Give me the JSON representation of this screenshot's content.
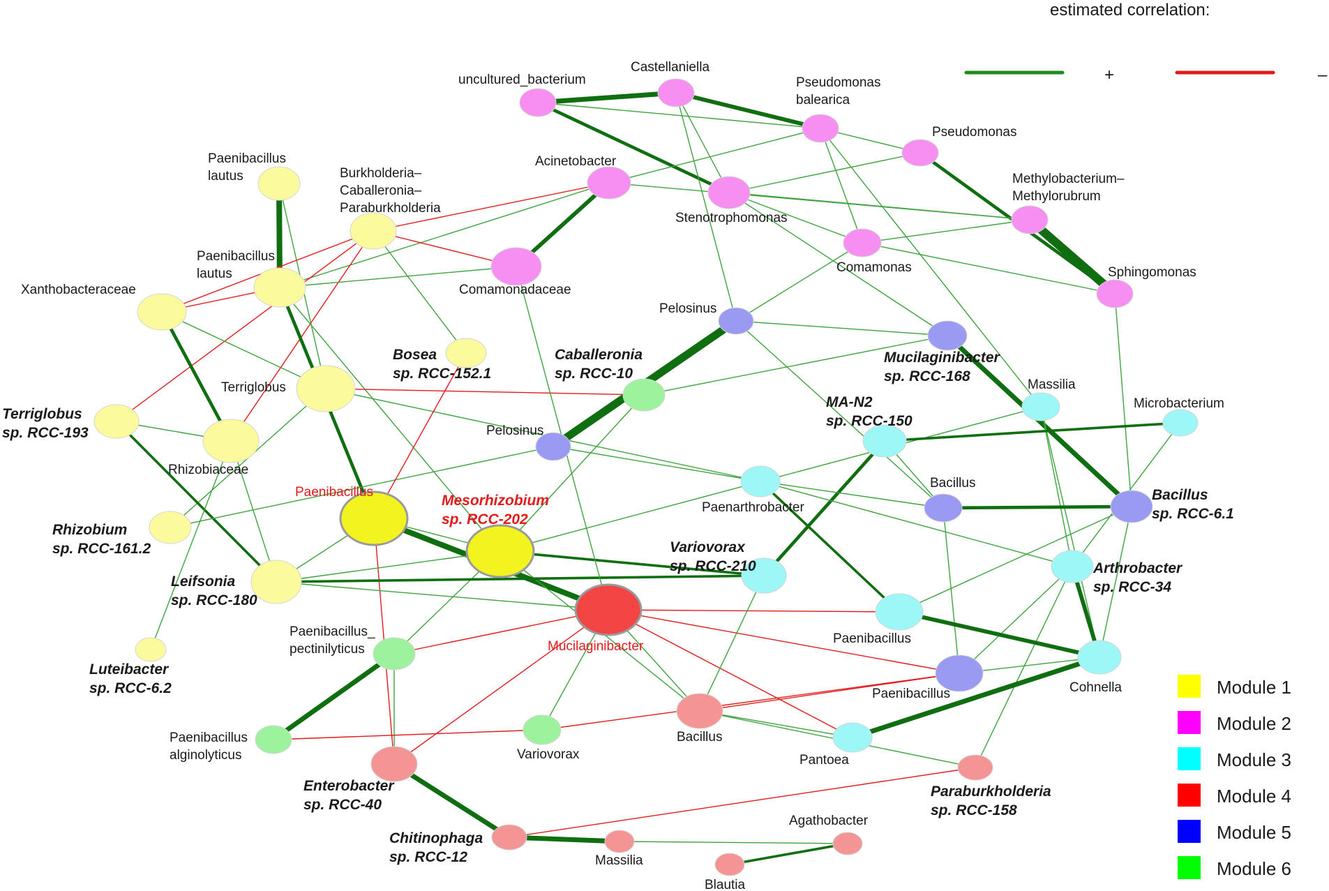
{
  "legend": {
    "title": "estimated correlation:",
    "positive_symbol": "+",
    "negative_symbol": "–",
    "positive_color": "#1e8c1e",
    "negative_color": "#e21b1b",
    "modules": [
      {
        "label": "Module 1",
        "color": "#ffff00"
      },
      {
        "label": "Module 2",
        "color": "#ff00ff"
      },
      {
        "label": "Module 3",
        "color": "#00ffff"
      },
      {
        "label": "Module 4",
        "color": "#ff0000"
      },
      {
        "label": "Module 5",
        "color": "#0000ff"
      },
      {
        "label": "Module 6",
        "color": "#00ff00"
      }
    ]
  },
  "node_fills": {
    "1": "#fbfb9e",
    "2": "#f78ef2",
    "3": "#9ef7f7",
    "4": "#f59494",
    "5": "#9a9af2",
    "6": "#9df29d"
  },
  "hub_fills": {
    "1": "#f3f320",
    "4": "#f44545"
  },
  "nodes": [
    {
      "id": "uncult",
      "module": 2,
      "label": [
        "uncultured_bacterium"
      ]
    },
    {
      "id": "castell",
      "module": 2,
      "label": [
        "Castellaniella"
      ]
    },
    {
      "id": "pbal",
      "module": 2,
      "label": [
        "Pseudomonas",
        "balearica"
      ]
    },
    {
      "id": "pseudo",
      "module": 2,
      "label": [
        "Pseudomonas"
      ]
    },
    {
      "id": "methylo",
      "module": 2,
      "label": [
        "Methylobacterium–",
        "Methylorubrum"
      ]
    },
    {
      "id": "sphingo",
      "module": 2,
      "label": [
        "Sphingomonas"
      ]
    },
    {
      "id": "acineto",
      "module": 2,
      "label": [
        "Acinetobacter"
      ]
    },
    {
      "id": "steno",
      "module": 2,
      "label": [
        "Stenotrophomonas"
      ]
    },
    {
      "id": "comam",
      "module": 2,
      "label": [
        "Comamonas"
      ]
    },
    {
      "id": "comamceae",
      "module": 2,
      "label": [
        "Comamonadaceae"
      ]
    },
    {
      "id": "plautus1",
      "module": 1,
      "label": [
        "Paenibacillus",
        "lautus"
      ]
    },
    {
      "id": "bcp",
      "module": 1,
      "label": [
        "Burkholderia–",
        "Caballeronia–",
        "Paraburkholderia"
      ]
    },
    {
      "id": "plautus2",
      "module": 1,
      "label": [
        "Paenibacillus",
        "lautus"
      ]
    },
    {
      "id": "xantho",
      "module": 1,
      "label": [
        "Xanthobacteraceae"
      ]
    },
    {
      "id": "bosea",
      "module": 1,
      "label": [
        "Bosea",
        "sp. RCC-152.1"
      ],
      "strain": true
    },
    {
      "id": "terri",
      "module": 1,
      "label": [
        "Terriglobus"
      ]
    },
    {
      "id": "terri193",
      "module": 1,
      "label": [
        "Terriglobus",
        "sp. RCC-193"
      ],
      "strain": true
    },
    {
      "id": "rhizob",
      "module": 1,
      "label": [
        "Rhizobiaceae"
      ]
    },
    {
      "id": "rhiz161",
      "module": 1,
      "label": [
        "Rhizobium",
        "sp. RCC-161.2"
      ],
      "strain": true
    },
    {
      "id": "paeniM1",
      "module": 1,
      "label": [
        "Paenibacillus"
      ],
      "hub": true
    },
    {
      "id": "meso",
      "module": 1,
      "label": [
        "Mesorhizobium",
        "sp. RCC-202"
      ],
      "strain": true,
      "hub": true
    },
    {
      "id": "leif",
      "module": 1,
      "label": [
        "Leifsonia",
        "sp. RCC-180"
      ],
      "strain": true
    },
    {
      "id": "lutei",
      "module": 1,
      "label": [
        "Luteibacter",
        "sp. RCC-6.2"
      ],
      "strain": true
    },
    {
      "id": "caball",
      "module": 6,
      "label": [
        "Caballeronia",
        "sp. RCC-10"
      ],
      "strain": true
    },
    {
      "id": "ppect",
      "module": 6,
      "label": [
        "Paenibacillus_",
        "pectinilyticus"
      ]
    },
    {
      "id": "palg",
      "module": 6,
      "label": [
        "Paenibacillus",
        "alginolyticus"
      ]
    },
    {
      "id": "vario6",
      "module": 6,
      "label": [
        "Variovorax"
      ]
    },
    {
      "id": "pelos1",
      "module": 5,
      "label": [
        "Pelosinus"
      ]
    },
    {
      "id": "pelos2",
      "module": 5,
      "label": [
        "Pelosinus"
      ]
    },
    {
      "id": "muci168",
      "module": 5,
      "label": [
        "Mucilaginibacter",
        "sp. RCC-168"
      ],
      "strain": true
    },
    {
      "id": "bacM5",
      "module": 5,
      "label": [
        "Bacillus"
      ]
    },
    {
      "id": "bac61",
      "module": 5,
      "label": [
        "Bacillus",
        "sp. RCC-6.1"
      ],
      "strain": true
    },
    {
      "id": "paeniM5",
      "module": 5,
      "label": [
        "Paenibacillus"
      ]
    },
    {
      "id": "massM3",
      "module": 3,
      "label": [
        "Massilia"
      ]
    },
    {
      "id": "microb",
      "module": 3,
      "label": [
        "Microbacterium"
      ]
    },
    {
      "id": "man2",
      "module": 3,
      "label": [
        "MA-N2",
        "sp. RCC-150"
      ],
      "strain": true
    },
    {
      "id": "paenar",
      "module": 3,
      "label": [
        "Paenarthrobacter"
      ]
    },
    {
      "id": "vario210",
      "module": 3,
      "label": [
        "Variovorax",
        "sp. RCC-210"
      ],
      "strain": true
    },
    {
      "id": "arthro",
      "module": 3,
      "label": [
        "Arthrobacter",
        "sp. RCC-34"
      ],
      "strain": true
    },
    {
      "id": "paeniM3",
      "module": 3,
      "label": [
        "Paenibacillus"
      ]
    },
    {
      "id": "cohn",
      "module": 3,
      "label": [
        "Cohnella"
      ]
    },
    {
      "id": "pantoea",
      "module": 3,
      "label": [
        "Pantoea"
      ]
    },
    {
      "id": "mucihub",
      "module": 4,
      "label": [
        "Mucilaginibacter"
      ],
      "hub": true
    },
    {
      "id": "bacM4",
      "module": 4,
      "label": [
        "Bacillus"
      ]
    },
    {
      "id": "entero",
      "module": 4,
      "label": [
        "Enterobacter",
        "sp. RCC-40"
      ],
      "strain": true
    },
    {
      "id": "chitino",
      "module": 4,
      "label": [
        "Chitinophaga",
        "sp. RCC-12"
      ],
      "strain": true
    },
    {
      "id": "massM4",
      "module": 4,
      "label": [
        "Massilia"
      ]
    },
    {
      "id": "agatho",
      "module": 4,
      "label": [
        "Agathobacter"
      ]
    },
    {
      "id": "blautia",
      "module": 4,
      "label": [
        "Blautia"
      ]
    },
    {
      "id": "parab",
      "module": 4,
      "label": [
        "Paraburkholderia",
        "sp. RCC-158"
      ],
      "strain": true
    }
  ],
  "edges": [
    {
      "a": "uncult",
      "b": "castell",
      "sign": "+",
      "w": 5
    },
    {
      "a": "castell",
      "b": "pbal",
      "sign": "+",
      "w": 4
    },
    {
      "a": "uncult",
      "b": "steno",
      "sign": "+",
      "w": 3
    },
    {
      "a": "uncult",
      "b": "pbal",
      "sign": "+",
      "w": 1
    },
    {
      "a": "castell",
      "b": "steno",
      "sign": "+",
      "w": 1
    },
    {
      "a": "castell",
      "b": "pelos1",
      "sign": "+",
      "w": 1
    },
    {
      "a": "pbal",
      "b": "pseudo",
      "sign": "+",
      "w": 1
    },
    {
      "a": "pbal",
      "b": "comam",
      "sign": "+",
      "w": 1
    },
    {
      "a": "pbal",
      "b": "acineto",
      "sign": "+",
      "w": 1
    },
    {
      "a": "pbal",
      "b": "massM3",
      "sign": "+",
      "w": 1
    },
    {
      "a": "pseudo",
      "b": "sphingo",
      "sign": "+",
      "w": 3
    },
    {
      "a": "pseudo",
      "b": "steno",
      "sign": "+",
      "w": 1
    },
    {
      "a": "methylo",
      "b": "sphingo",
      "sign": "+",
      "w": 10
    },
    {
      "a": "methylo",
      "b": "acineto",
      "sign": "+",
      "w": 1
    },
    {
      "a": "methylo",
      "b": "steno",
      "sign": "+",
      "w": 1
    },
    {
      "a": "methylo",
      "b": "comam",
      "sign": "+",
      "w": 1
    },
    {
      "a": "acineto",
      "b": "comamceae",
      "sign": "+",
      "w": 4
    },
    {
      "a": "acineto",
      "b": "plautus2",
      "sign": "+",
      "w": 1
    },
    {
      "a": "steno",
      "b": "comam",
      "sign": "+",
      "w": 1
    },
    {
      "a": "steno",
      "b": "muci168",
      "sign": "+",
      "w": 1
    },
    {
      "a": "comam",
      "b": "sphingo",
      "sign": "+",
      "w": 1
    },
    {
      "a": "comam",
      "b": "pelos1",
      "sign": "+",
      "w": 1
    },
    {
      "a": "sphingo",
      "b": "bac61",
      "sign": "+",
      "w": 1
    },
    {
      "a": "plautus1",
      "b": "plautus2",
      "sign": "+",
      "w": 6
    },
    {
      "a": "plautus1",
      "b": "terri",
      "sign": "+",
      "w": 1
    },
    {
      "a": "bcp",
      "b": "comamceae",
      "sign": "-",
      "w": 1
    },
    {
      "a": "bcp",
      "b": "xantho",
      "sign": "-",
      "w": 1
    },
    {
      "a": "bcp",
      "b": "terri193",
      "sign": "-",
      "w": 1
    },
    {
      "a": "bcp",
      "b": "rhizob",
      "sign": "-",
      "w": 1
    },
    {
      "a": "bcp",
      "b": "acineto",
      "sign": "-",
      "w": 1
    },
    {
      "a": "bcp",
      "b": "bosea",
      "sign": "+",
      "w": 1
    },
    {
      "a": "plautus2",
      "b": "comamceae",
      "sign": "+",
      "w": 1
    },
    {
      "a": "plautus2",
      "b": "xantho",
      "sign": "-",
      "w": 1
    },
    {
      "a": "plautus2",
      "b": "paeniM1",
      "sign": "+",
      "w": 3
    },
    {
      "a": "plautus2",
      "b": "meso",
      "sign": "+",
      "w": 1
    },
    {
      "a": "xantho",
      "b": "rhizob",
      "sign": "+",
      "w": 3
    },
    {
      "a": "xantho",
      "b": "terri",
      "sign": "+",
      "w": 1
    },
    {
      "a": "terri",
      "b": "caball",
      "sign": "-",
      "w": 1
    },
    {
      "a": "terri",
      "b": "paenar",
      "sign": "+",
      "w": 1
    },
    {
      "a": "terri",
      "b": "rhiz161",
      "sign": "+",
      "w": 1
    },
    {
      "a": "terri193",
      "b": "rhizob",
      "sign": "+",
      "w": 1
    },
    {
      "a": "terri193",
      "b": "leif",
      "sign": "+",
      "w": 2
    },
    {
      "a": "rhizob",
      "b": "leif",
      "sign": "+",
      "w": 1
    },
    {
      "a": "rhizob",
      "b": "lutei",
      "sign": "+",
      "w": 1
    },
    {
      "a": "rhiz161",
      "b": "pelos2",
      "sign": "+",
      "w": 1
    },
    {
      "a": "bosea",
      "b": "paeniM1",
      "sign": "-",
      "w": 1
    },
    {
      "a": "paeniM1",
      "b": "meso",
      "sign": "+",
      "w": 1
    },
    {
      "a": "paeniM1",
      "b": "mucihub",
      "sign": "+",
      "w": 6
    },
    {
      "a": "paeniM1",
      "b": "entero",
      "sign": "-",
      "w": 1
    },
    {
      "a": "paeniM1",
      "b": "leif",
      "sign": "+",
      "w": 1
    },
    {
      "a": "meso",
      "b": "vario210",
      "sign": "+",
      "w": 2
    },
    {
      "a": "meso",
      "b": "caball",
      "sign": "+",
      "w": 1
    },
    {
      "a": "meso",
      "b": "ppect",
      "sign": "+",
      "w": 1
    },
    {
      "a": "meso",
      "b": "bacM4",
      "sign": "+",
      "w": 1
    },
    {
      "a": "meso",
      "b": "leif",
      "sign": "+",
      "w": 1
    },
    {
      "a": "meso",
      "b": "massM3",
      "sign": "+",
      "w": 1
    },
    {
      "a": "leif",
      "b": "vario210",
      "sign": "+",
      "w": 2
    },
    {
      "a": "leif",
      "b": "mucihub",
      "sign": "+",
      "w": 1
    },
    {
      "a": "caball",
      "b": "muci168",
      "sign": "+",
      "w": 1
    },
    {
      "a": "pelos1",
      "b": "pelos2",
      "sign": "+",
      "w": 9
    },
    {
      "a": "pelos1",
      "b": "muci168",
      "sign": "+",
      "w": 1
    },
    {
      "a": "pelos1",
      "b": "bacM5",
      "sign": "+",
      "w": 1
    },
    {
      "a": "pelos2",
      "b": "paenar",
      "sign": "+",
      "w": 1
    },
    {
      "a": "comamceae",
      "b": "mucihub",
      "sign": "+",
      "w": 1
    },
    {
      "a": "muci168",
      "b": "bac61",
      "sign": "+",
      "w": 5
    },
    {
      "a": "massM3",
      "b": "arthro",
      "sign": "+",
      "w": 1
    },
    {
      "a": "massM3",
      "b": "cohn",
      "sign": "+",
      "w": 1
    },
    {
      "a": "man2",
      "b": "microb",
      "sign": "+",
      "w": 2
    },
    {
      "a": "man2",
      "b": "vario210",
      "sign": "+",
      "w": 3
    },
    {
      "a": "man2",
      "b": "bacM5",
      "sign": "+",
      "w": 1
    },
    {
      "a": "paenar",
      "b": "arthro",
      "sign": "+",
      "w": 1
    },
    {
      "a": "paenar",
      "b": "bacM5",
      "sign": "+",
      "w": 1
    },
    {
      "a": "paenar",
      "b": "paeniM3",
      "sign": "+",
      "w": 2
    },
    {
      "a": "bacM5",
      "b": "bac61",
      "sign": "+",
      "w": 3
    },
    {
      "a": "bacM5",
      "b": "paeniM5",
      "sign": "+",
      "w": 1
    },
    {
      "a": "bac61",
      "b": "paeniM3",
      "sign": "+",
      "w": 1
    },
    {
      "a": "bac61",
      "b": "cohn",
      "sign": "+",
      "w": 1
    },
    {
      "a": "microb",
      "b": "arthro",
      "sign": "+",
      "w": 1
    },
    {
      "a": "arthro",
      "b": "cohn",
      "sign": "+",
      "w": 4
    },
    {
      "a": "arthro",
      "b": "paeniM5",
      "sign": "+",
      "w": 1
    },
    {
      "a": "arthro",
      "b": "parab",
      "sign": "+",
      "w": 1
    },
    {
      "a": "paeniM3",
      "b": "cohn",
      "sign": "+",
      "w": 4
    },
    {
      "a": "paeniM3",
      "b": "mucihub",
      "sign": "-",
      "w": 1
    },
    {
      "a": "paeniM5",
      "b": "mucihub",
      "sign": "-",
      "w": 1
    },
    {
      "a": "paeniM5",
      "b": "bacM4",
      "sign": "-",
      "w": 1
    },
    {
      "a": "paeniM5",
      "b": "cohn",
      "sign": "+",
      "w": 1
    },
    {
      "a": "cohn",
      "b": "pantoea",
      "sign": "+",
      "w": 5
    },
    {
      "a": "mucihub",
      "b": "bacM4",
      "sign": "+",
      "w": 1
    },
    {
      "a": "mucihub",
      "b": "ppect",
      "sign": "-",
      "w": 1
    },
    {
      "a": "mucihub",
      "b": "entero",
      "sign": "-",
      "w": 1
    },
    {
      "a": "mucihub",
      "b": "pantoea",
      "sign": "-",
      "w": 1
    },
    {
      "a": "mucihub",
      "b": "vario6",
      "sign": "+",
      "w": 1
    },
    {
      "a": "bacM4",
      "b": "pantoea",
      "sign": "+",
      "w": 1
    },
    {
      "a": "bacM4",
      "b": "vario210",
      "sign": "+",
      "w": 1
    },
    {
      "a": "bacM4",
      "b": "parab",
      "sign": "+",
      "w": 1
    },
    {
      "a": "ppect",
      "b": "palg",
      "sign": "+",
      "w": 5
    },
    {
      "a": "ppect",
      "b": "entero",
      "sign": "+",
      "w": 1
    },
    {
      "a": "palg",
      "b": "vario6",
      "sign": "-",
      "w": 1
    },
    {
      "a": "vario6",
      "b": "paeniM5",
      "sign": "-",
      "w": 1
    },
    {
      "a": "entero",
      "b": "chitino",
      "sign": "+",
      "w": 5
    },
    {
      "a": "chitino",
      "b": "massM4",
      "sign": "+",
      "w": 5
    },
    {
      "a": "chitino",
      "b": "parab",
      "sign": "-",
      "w": 1
    },
    {
      "a": "massM4",
      "b": "agatho",
      "sign": "+",
      "w": 1
    },
    {
      "a": "blautia",
      "b": "agatho",
      "sign": "+",
      "w": 2
    }
  ]
}
